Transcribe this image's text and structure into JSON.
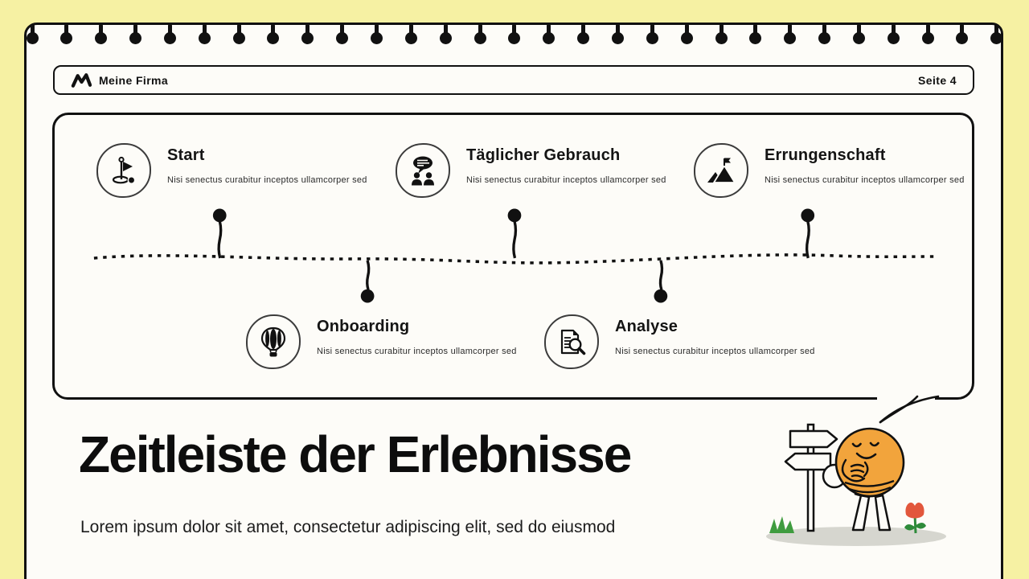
{
  "colors": {
    "background": "#F6F1A3",
    "paper": "#FDFCF8",
    "ink": "#111111",
    "character_orange": "#F2A43C",
    "grass_green": "#3F9C3F",
    "flower_red": "#E2573C",
    "shadow_gray": "#D6D6CF"
  },
  "header": {
    "company_name": "Meine Firma",
    "page_label": "Seite 4"
  },
  "timeline": {
    "milestones": [
      {
        "title": "Start",
        "description": "Nisi senectus curabitur inceptos ullamcorper sed",
        "icon": "golf-flag-icon",
        "row": "top"
      },
      {
        "title": "Täglicher Gebrauch",
        "description": "Nisi senectus curabitur inceptos ullamcorper sed",
        "icon": "chat-users-icon",
        "row": "top"
      },
      {
        "title": "Errungenschaft",
        "description": "Nisi senectus curabitur inceptos ullamcorper sed",
        "icon": "mountain-flag-icon",
        "row": "top"
      },
      {
        "title": "Onboarding",
        "description": "Nisi senectus curabitur inceptos ullamcorper sed",
        "icon": "hot-air-balloon-icon",
        "row": "bottom"
      },
      {
        "title": "Analyse",
        "description": "Nisi senectus curabitur inceptos ullamcorper sed",
        "icon": "document-search-icon",
        "row": "bottom"
      }
    ]
  },
  "footer": {
    "title": "Zeitleiste der Erlebnisse",
    "subtitle": "Lorem ipsum dolor sit amet, consectetur adipiscing elit, sed do eiusmod"
  }
}
